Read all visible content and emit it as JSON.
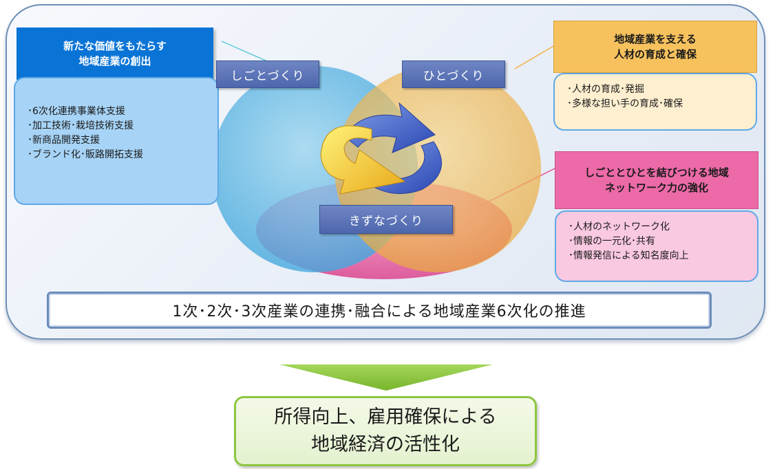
{
  "pillars": {
    "shigoto": {
      "label": "しごとづくり",
      "heading": "新たな価値をもたらす\n地域産業の創出",
      "items": [
        "･6次化連携事業体支援",
        "･加工技術･栽培技術支援",
        "･新商品開発支援",
        "･ブランド化･販路開拓支援"
      ]
    },
    "hito": {
      "label": "ひとづくり",
      "heading": "地域産業を支える\n人材の育成と確保",
      "items": [
        "･人材の育成･発掘",
        "･多様な担い手の育成･確保"
      ]
    },
    "kizuna": {
      "label": "きずなづくり",
      "heading": "しごととひとを結びつける地域\nネットワーク力の強化",
      "items": [
        "･人材のネットワーク化",
        "･情報の一元化･共有",
        "･情報発信による知名度向上"
      ]
    }
  },
  "slogan": "1次･2次･3次産業の連携･融合による地域産業6次化の推進",
  "result": {
    "line1": "所得向上、雇用確保による",
    "line2": "地域経済の活性化"
  },
  "colors": {
    "shigoto": "#0a74d6",
    "hito": "#f7c25e",
    "kizuna": "#ec6aa8",
    "arrow_green": "#8dc63f"
  }
}
